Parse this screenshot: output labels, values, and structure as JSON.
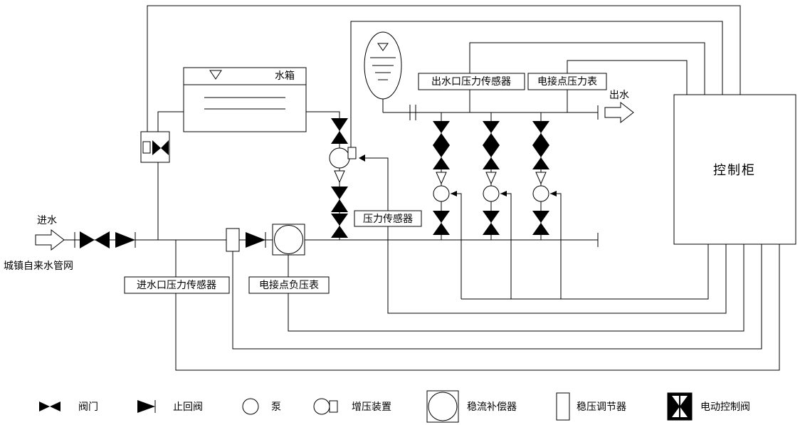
{
  "nodes": {
    "tank_label": "水箱",
    "inlet_label": "进水",
    "city_network_label": "城镇自来水管网",
    "outlet_label": "出水",
    "control_cabinet_label": "控制柜",
    "outlet_pressure_sensor_label": "出水口压力传感器",
    "electric_contact_pressure_gauge_label": "电接点压力表",
    "pressure_sensor_label": "压力传感器",
    "inlet_pressure_sensor_label": "进水口压力传感器",
    "electric_contact_vacuum_gauge_label": "电接点负压表"
  },
  "legend": {
    "items": [
      {
        "label": "阀门",
        "symbol": "valve"
      },
      {
        "label": "止回阀",
        "symbol": "check-valve"
      },
      {
        "label": "泵",
        "symbol": "pump"
      },
      {
        "label": "增压装置",
        "symbol": "booster-device"
      },
      {
        "label": "稳流补偿器",
        "symbol": "flow-compensator"
      },
      {
        "label": "稳压调节器",
        "symbol": "pressure-regulator"
      },
      {
        "label": "电动控制阀",
        "symbol": "motorized-valve"
      }
    ]
  },
  "colors": {
    "line": "#000000",
    "background": "#ffffff"
  }
}
